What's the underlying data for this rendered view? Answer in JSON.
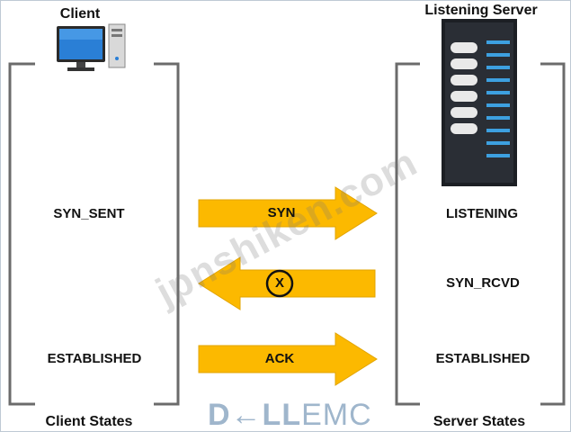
{
  "client": {
    "title": "Client",
    "states_label": "Client States",
    "state_syn_sent": "SYN_SENT",
    "state_established": "ESTABLISHED"
  },
  "server": {
    "title": "Listening Server",
    "states_label": "Server States",
    "state_listening": "LISTENING",
    "state_syn_rcvd": "SYN_RCVD",
    "state_established": "ESTABLISHED"
  },
  "arrows": {
    "syn": "SYN",
    "synack_blocked": "X",
    "ack": "ACK"
  },
  "watermark": "jpnshiken.com",
  "logo": {
    "dell": "D←LL",
    "emc": "EMC"
  },
  "colors": {
    "arrow_fill": "#fcb900",
    "bracket": "#6b6b6b",
    "text": "#111111",
    "logo": "#9fb6cc"
  }
}
